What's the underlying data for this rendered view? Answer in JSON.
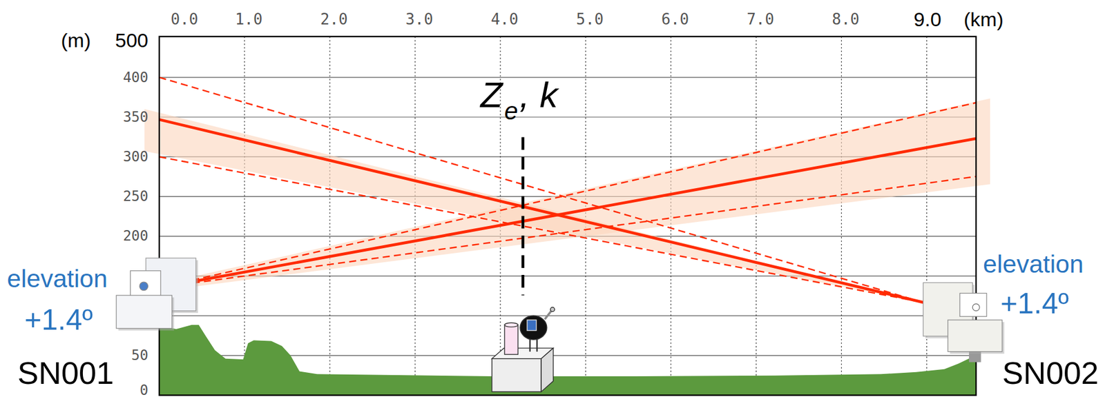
{
  "diagram": {
    "labels": [
      "(m)",
      "500",
      "400",
      "350",
      "300",
      "250",
      "200",
      "50",
      "0",
      "0.0",
      "1.0",
      "2.0",
      "3.0",
      "4.0",
      "5.0",
      "6.0",
      "7.0",
      "8.0",
      "9.0",
      "(km)",
      "Z",
      "e",
      ", k",
      "elevation",
      "+1.4º",
      "SN001",
      "elevation",
      "+1.4º",
      "SN002"
    ]
  }
}
